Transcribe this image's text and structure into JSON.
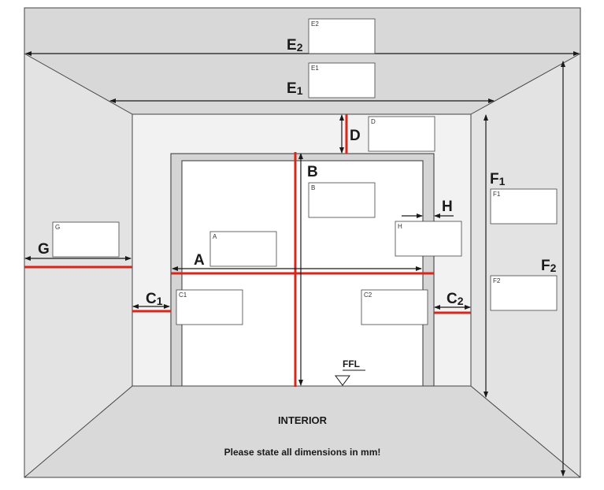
{
  "title": "INTERIOR",
  "instruction": "Please state all dimensions in mm!",
  "floor_level_label": "FFL",
  "colors": {
    "wall": "#e3e3e3",
    "ceiling": "#d8d8d8",
    "floor": "#d9d9d9",
    "back_wall": "#f2f2f2",
    "frame": "#d5d5d5",
    "red_line": "#d9261c",
    "arrow": "#1a1a1a"
  },
  "dimensions": {
    "A": {
      "main": "A",
      "sub": "",
      "box": "A"
    },
    "B": {
      "main": "B",
      "sub": "",
      "box": "B"
    },
    "C1": {
      "main": "C",
      "sub": "1",
      "box": "C1"
    },
    "C2": {
      "main": "C",
      "sub": "2",
      "box": "C2"
    },
    "D": {
      "main": "D",
      "sub": "",
      "box": "D"
    },
    "E1": {
      "main": "E",
      "sub": "1",
      "box": "E1"
    },
    "E2": {
      "main": "E",
      "sub": "2",
      "box": "E2"
    },
    "F1": {
      "main": "F",
      "sub": "1",
      "box": "F1"
    },
    "F2": {
      "main": "F",
      "sub": "2",
      "box": "F2"
    },
    "G": {
      "main": "G",
      "sub": "",
      "box": "G"
    },
    "H": {
      "main": "H",
      "sub": "",
      "box": "H"
    }
  }
}
